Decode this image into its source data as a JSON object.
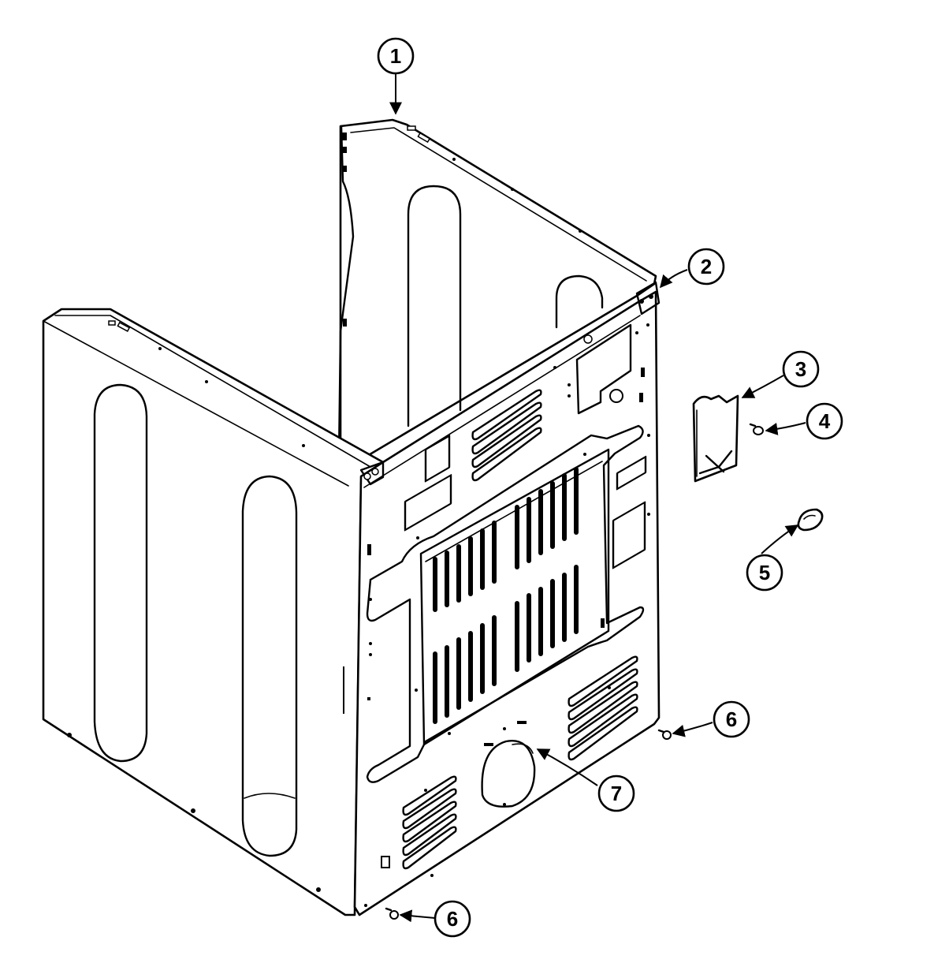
{
  "callouts": [
    {
      "id": "callout-1",
      "label": "1"
    },
    {
      "id": "callout-2",
      "label": "2"
    },
    {
      "id": "callout-3",
      "label": "3"
    },
    {
      "id": "callout-4",
      "label": "4"
    },
    {
      "id": "callout-5",
      "label": "5"
    },
    {
      "id": "callout-6a",
      "label": "6"
    },
    {
      "id": "callout-6b",
      "label": "6"
    },
    {
      "id": "callout-7",
      "label": "7"
    }
  ]
}
